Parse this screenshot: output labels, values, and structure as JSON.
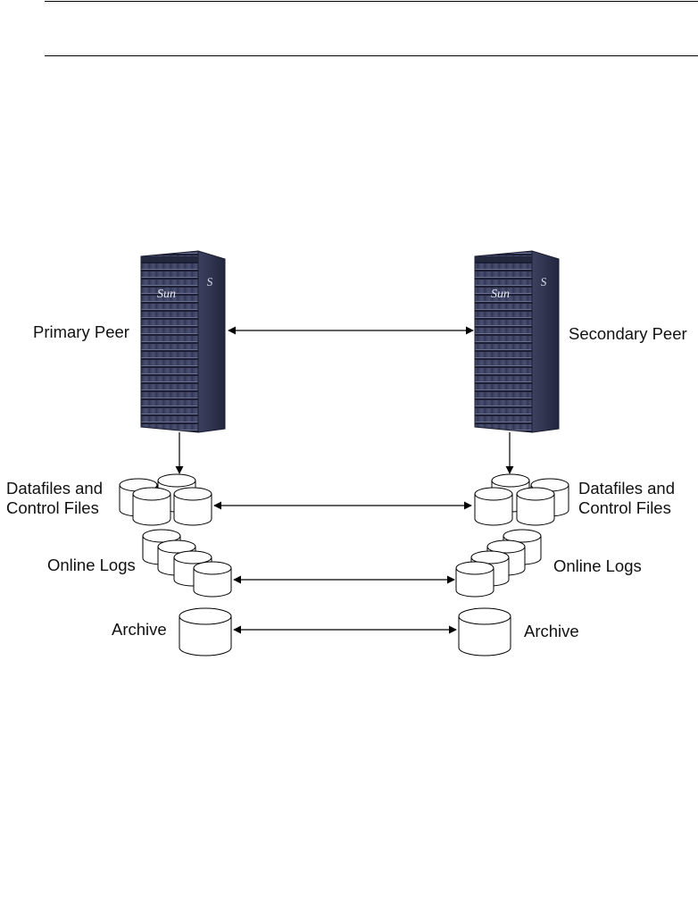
{
  "diagram": {
    "labels": {
      "primary_peer": "Primary Peer",
      "secondary_peer": "Secondary Peer",
      "datafiles_left_1": "Datafiles and",
      "datafiles_left_2": "Control Files",
      "datafiles_right_1": "Datafiles and",
      "datafiles_right_2": "Control Files",
      "online_logs_left": "Online Logs",
      "online_logs_right": "Online Logs",
      "archive_left": "Archive",
      "archive_right": "Archive"
    },
    "server_brand": "Sun",
    "colors": {
      "server_body": "#2b2f4d",
      "server_highlight": "#5a6080",
      "line": "#000000",
      "disk_fill": "#ffffff"
    },
    "icons": [
      "server-rack-icon",
      "disk-cylinder-icon",
      "double-arrow-icon",
      "down-arrow-icon"
    ]
  }
}
